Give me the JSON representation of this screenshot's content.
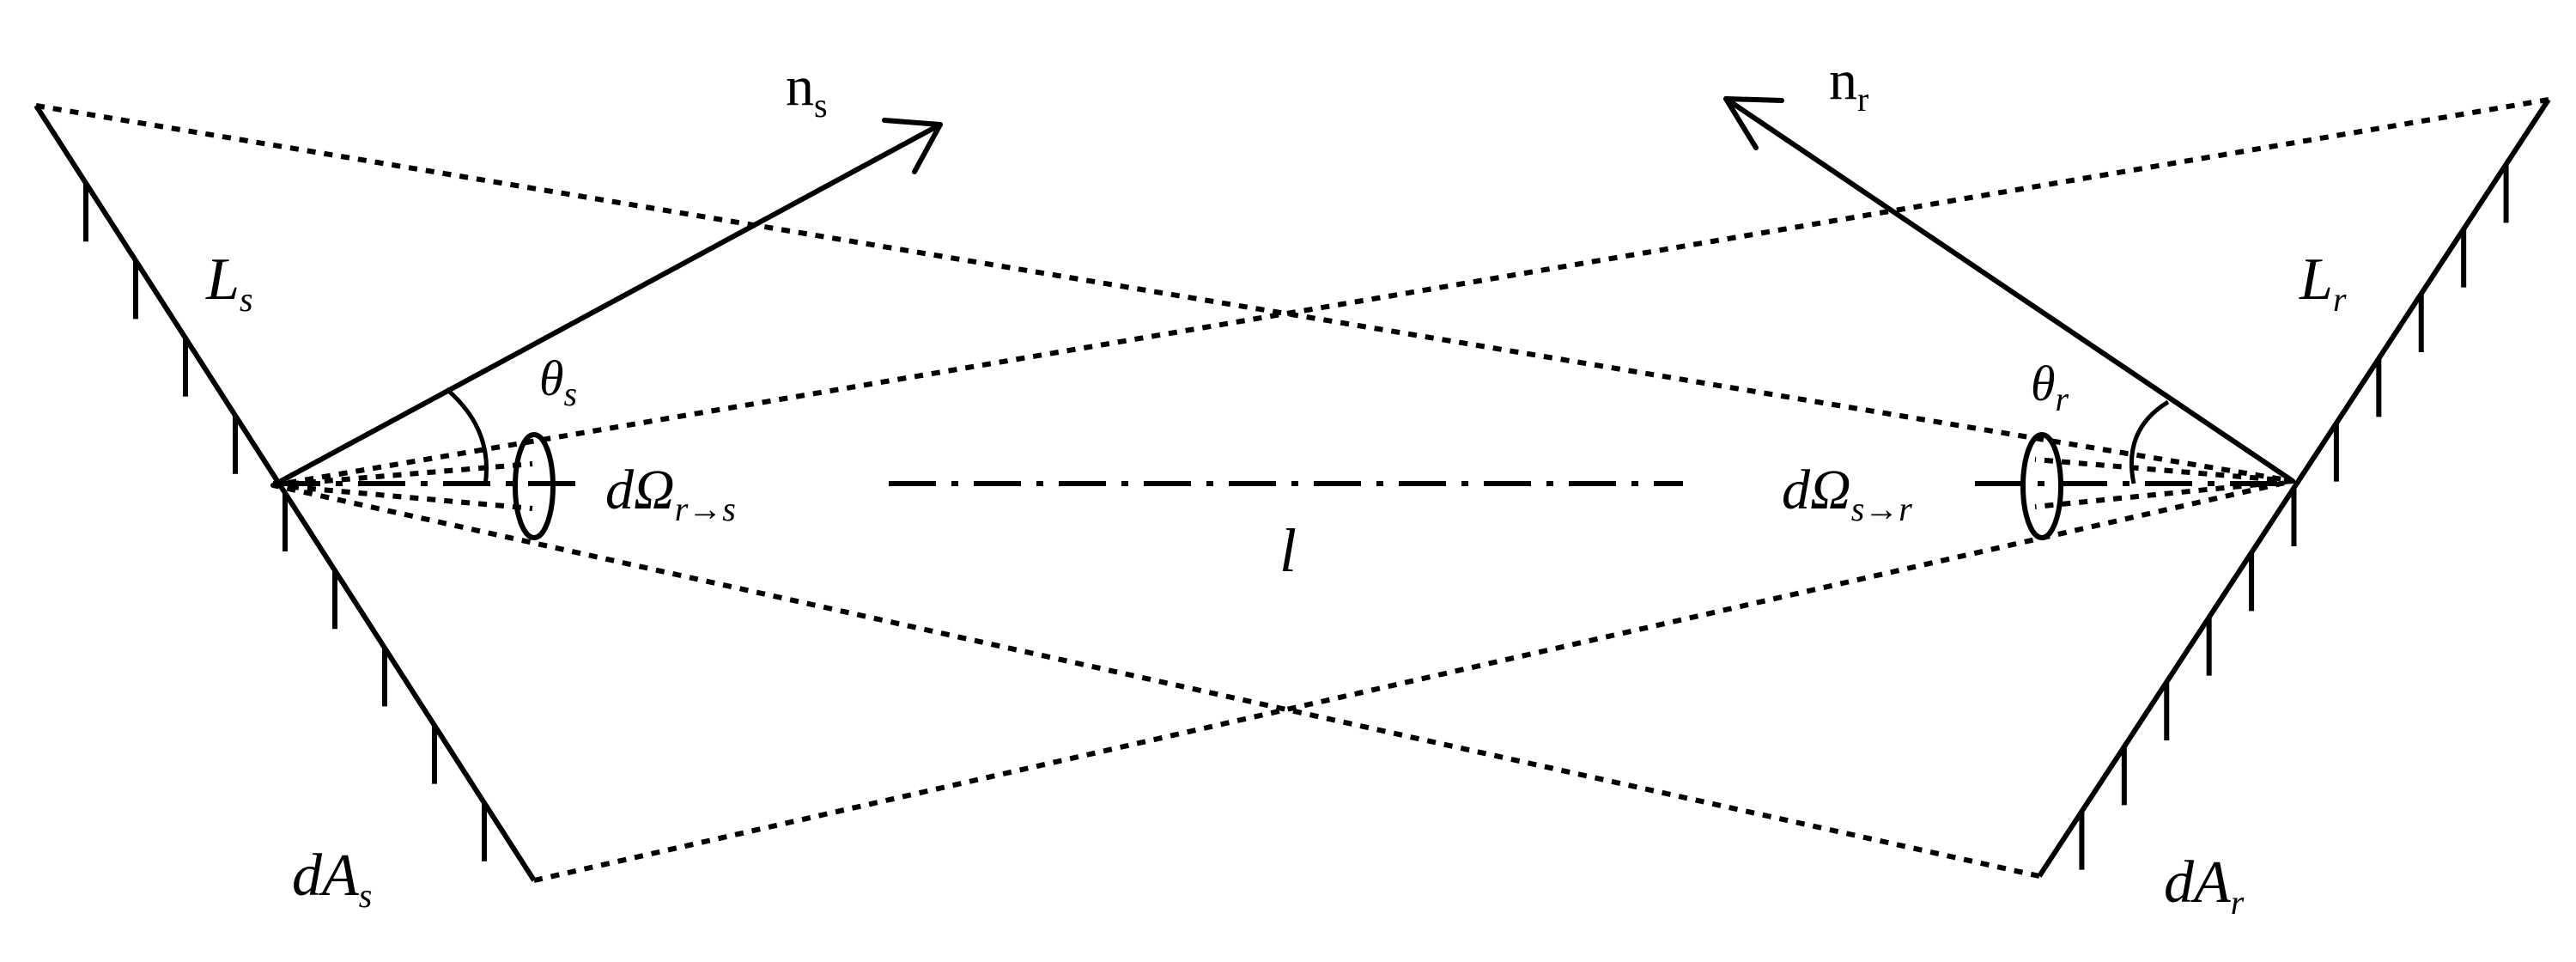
{
  "labels": {
    "n_s_main": "n",
    "n_s_sub": "s",
    "n_r_main": "n",
    "n_r_sub": "r",
    "L_s_main": "L",
    "L_s_sub": "s",
    "L_r_main": "L",
    "L_r_sub": "r",
    "theta_s_main": "θ",
    "theta_s_sub": "s",
    "theta_r_main": "θ",
    "theta_r_sub": "r",
    "dOmega_rs_main": "dΩ",
    "dOmega_rs_sub": "r→s",
    "dOmega_sr_main": "dΩ",
    "dOmega_sr_sub": "s→r",
    "l": "l",
    "dA_s_main": "dA",
    "dA_s_sub": "s",
    "dA_r_main": "dA",
    "dA_r_sub": "r"
  },
  "colors": {
    "ink": "#000000",
    "background": "#ffffff"
  }
}
